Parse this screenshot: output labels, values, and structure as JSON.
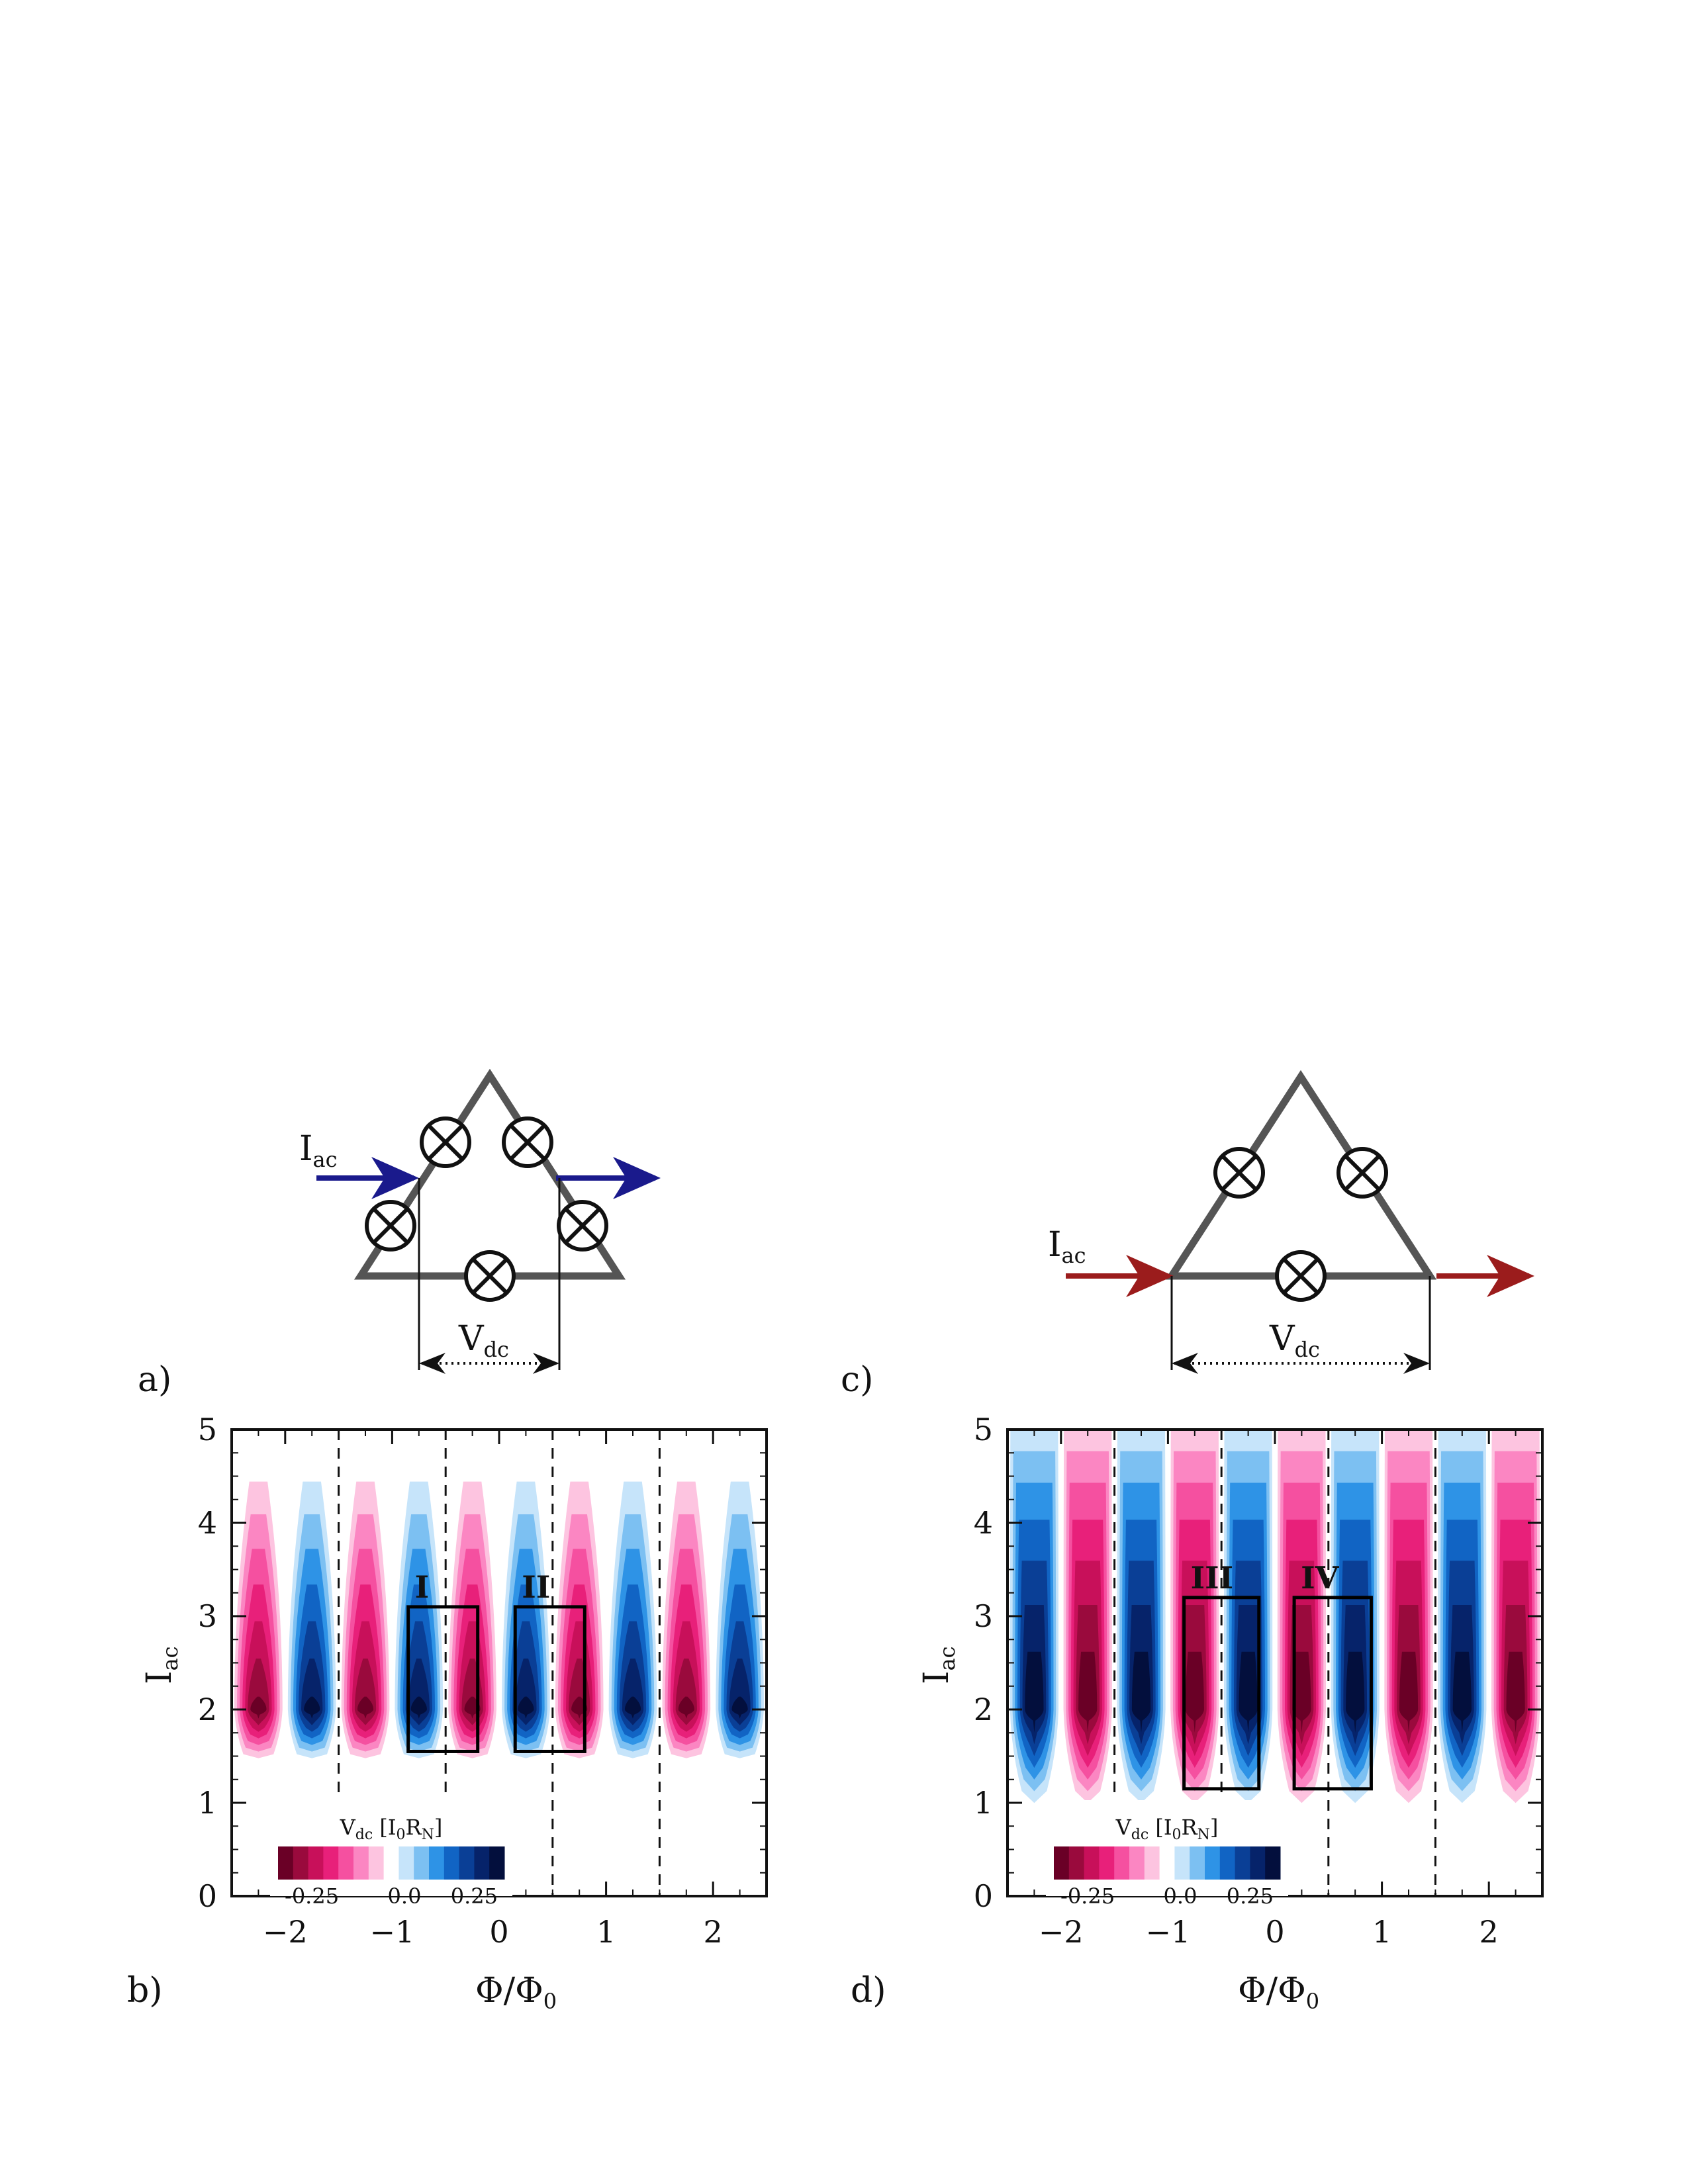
{
  "panels": {
    "a": {
      "letter": "a)",
      "current_label": "I",
      "current_sub": "ac",
      "voltage_label": "V",
      "voltage_sub": "dc"
    },
    "b": {
      "letter": "b)"
    },
    "c": {
      "letter": "c)",
      "current_label": "I",
      "current_sub": "ac",
      "voltage_label": "V",
      "voltage_sub": "dc"
    },
    "d": {
      "letter": "d)"
    }
  },
  "colors": {
    "wire": "#555555",
    "arrow_a": "#1a1a8c",
    "arrow_c": "#9b1c1c",
    "boxes": "#000000"
  },
  "colormap": [
    "#6a0026",
    "#9a0a3d",
    "#c8105a",
    "#e8207a",
    "#f550a0",
    "#fb86c2",
    "#fdc4e0",
    "#ffffff",
    "#c6e4fa",
    "#7cc0f2",
    "#2e93e6",
    "#1164c4",
    "#0a3f96",
    "#06236a",
    "#030f3d"
  ],
  "chart_data": [
    {
      "type": "heatmap",
      "panel": "b",
      "xlabel": "Φ/Φ",
      "xlabel_sub": "0",
      "ylabel": "I",
      "ylabel_sub": "ac",
      "xlim": [
        -2.5,
        2.5
      ],
      "ylim": [
        0,
        5
      ],
      "xticks": [
        -2,
        -1,
        0,
        1,
        2
      ],
      "xtick_labels": [
        "−2",
        "−1",
        "0",
        "1",
        "2"
      ],
      "yticks": [
        0,
        1,
        2,
        3,
        4,
        5
      ],
      "ytick_labels": [
        "0",
        "1",
        "2",
        "3",
        "4",
        "5"
      ],
      "dashed_lines_x": [
        -1.5,
        -0.5,
        0.5,
        1.5
      ],
      "colorbar": {
        "label": "V",
        "label_sub": "dc",
        "unit": "[I",
        "unit_sub1": "0",
        "unit_mid": "R",
        "unit_sub2": "N",
        "unit_end": "]",
        "min": -0.25,
        "max": 0.25,
        "tick_labels": [
          "-0.25",
          "0.0",
          "0.25"
        ]
      },
      "lobes_x": [
        -2.25,
        -1.75,
        -1.25,
        -0.75,
        -0.25,
        0.25,
        0.75,
        1.25,
        1.75,
        2.25
      ],
      "lobes_sign": [
        -1,
        1,
        -1,
        1,
        -1,
        1,
        -1,
        1,
        -1,
        1
      ],
      "peak_iac": 2.0,
      "peak_value": 0.25,
      "boxes": [
        {
          "label": "I",
          "x": [
            -0.85,
            -0.2
          ],
          "y": [
            1.55,
            3.1
          ]
        },
        {
          "label": "II",
          "x": [
            0.15,
            0.8
          ],
          "y": [
            1.55,
            3.1
          ]
        }
      ]
    },
    {
      "type": "heatmap",
      "panel": "d",
      "xlabel": "Φ/Φ",
      "xlabel_sub": "0",
      "ylabel": "I",
      "ylabel_sub": "ac",
      "xlim": [
        -2.5,
        2.5
      ],
      "ylim": [
        0,
        5
      ],
      "xticks": [
        -2,
        -1,
        0,
        1,
        2
      ],
      "xtick_labels": [
        "−2",
        "−1",
        "0",
        "1",
        "2"
      ],
      "yticks": [
        0,
        1,
        2,
        3,
        4,
        5
      ],
      "ytick_labels": [
        "0",
        "1",
        "2",
        "3",
        "4",
        "5"
      ],
      "dashed_lines_x": [
        -1.5,
        -0.5,
        0.5,
        1.5
      ],
      "colorbar": {
        "label": "V",
        "label_sub": "dc",
        "unit": "[I",
        "unit_sub1": "0",
        "unit_mid": "R",
        "unit_sub2": "N",
        "unit_end": "]",
        "min": -0.25,
        "max": 0.25,
        "tick_labels": [
          "-0.25",
          "0.0",
          "0.25"
        ]
      },
      "lobes_x": [
        -2.25,
        -1.75,
        -1.25,
        -0.75,
        -0.25,
        0.25,
        0.75,
        1.25,
        1.75,
        2.25
      ],
      "lobes_sign": [
        1,
        -1,
        1,
        -1,
        1,
        -1,
        1,
        -1,
        1,
        -1
      ],
      "peak_iac": 2.0,
      "peak_value": 0.25,
      "boxes": [
        {
          "label": "III",
          "x": [
            -0.85,
            -0.15
          ],
          "y": [
            1.15,
            3.2
          ]
        },
        {
          "label": "IV",
          "x": [
            0.18,
            0.9
          ],
          "y": [
            1.15,
            3.2
          ]
        }
      ]
    }
  ]
}
